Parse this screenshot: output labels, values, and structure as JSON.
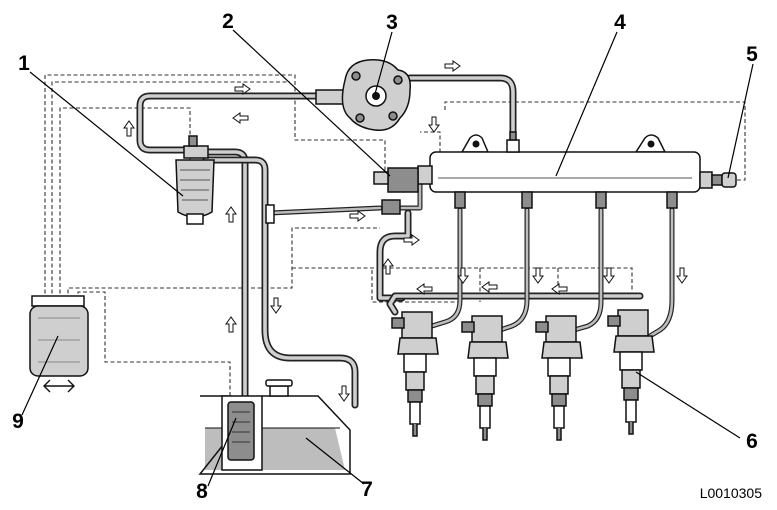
{
  "figure": {
    "code": "L0010305",
    "callouts": [
      {
        "id": "c1",
        "label": "1"
      },
      {
        "id": "c2",
        "label": "2"
      },
      {
        "id": "c3",
        "label": "3"
      },
      {
        "id": "c4",
        "label": "4"
      },
      {
        "id": "c5",
        "label": "5"
      },
      {
        "id": "c6",
        "label": "6"
      },
      {
        "id": "c7",
        "label": "7"
      },
      {
        "id": "c8",
        "label": "8"
      },
      {
        "id": "c9",
        "label": "9"
      }
    ]
  }
}
